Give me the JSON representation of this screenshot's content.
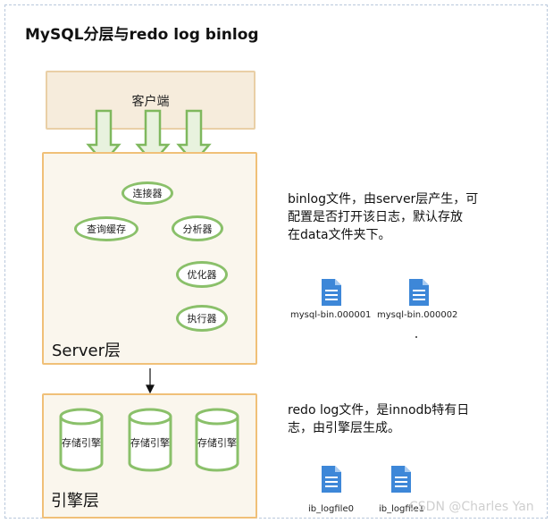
{
  "title": "MySQL分层与redo log binlog",
  "client": {
    "label": "客户端"
  },
  "server": {
    "layer_label": "Server层",
    "components": [
      "连接器",
      "查询缓存",
      "分析器",
      "优化器",
      "执行器"
    ]
  },
  "engine": {
    "layer_label": "引擎层",
    "cylinders": [
      "存储引擎",
      "存储引擎",
      "存储引擎"
    ]
  },
  "binlog": {
    "description_lines": [
      "binlog文件，由server层产生，可",
      "配置是否打开该日志，默认存放",
      "在data文件夹下。"
    ],
    "files": [
      "mysql-bin.000001",
      "mysql-bin.000002"
    ]
  },
  "redolog": {
    "description_lines": [
      "redo log文件，是innodb特有日",
      "志，由引擎层生成。"
    ],
    "files": [
      "ib_logfile0",
      "ib_logfile1"
    ]
  },
  "watermark": "CSDN @Charles Yan",
  "colors": {
    "accent_green": "#8ac06a",
    "box_border": "#f0c078",
    "file_blue": "#3d87d8"
  }
}
